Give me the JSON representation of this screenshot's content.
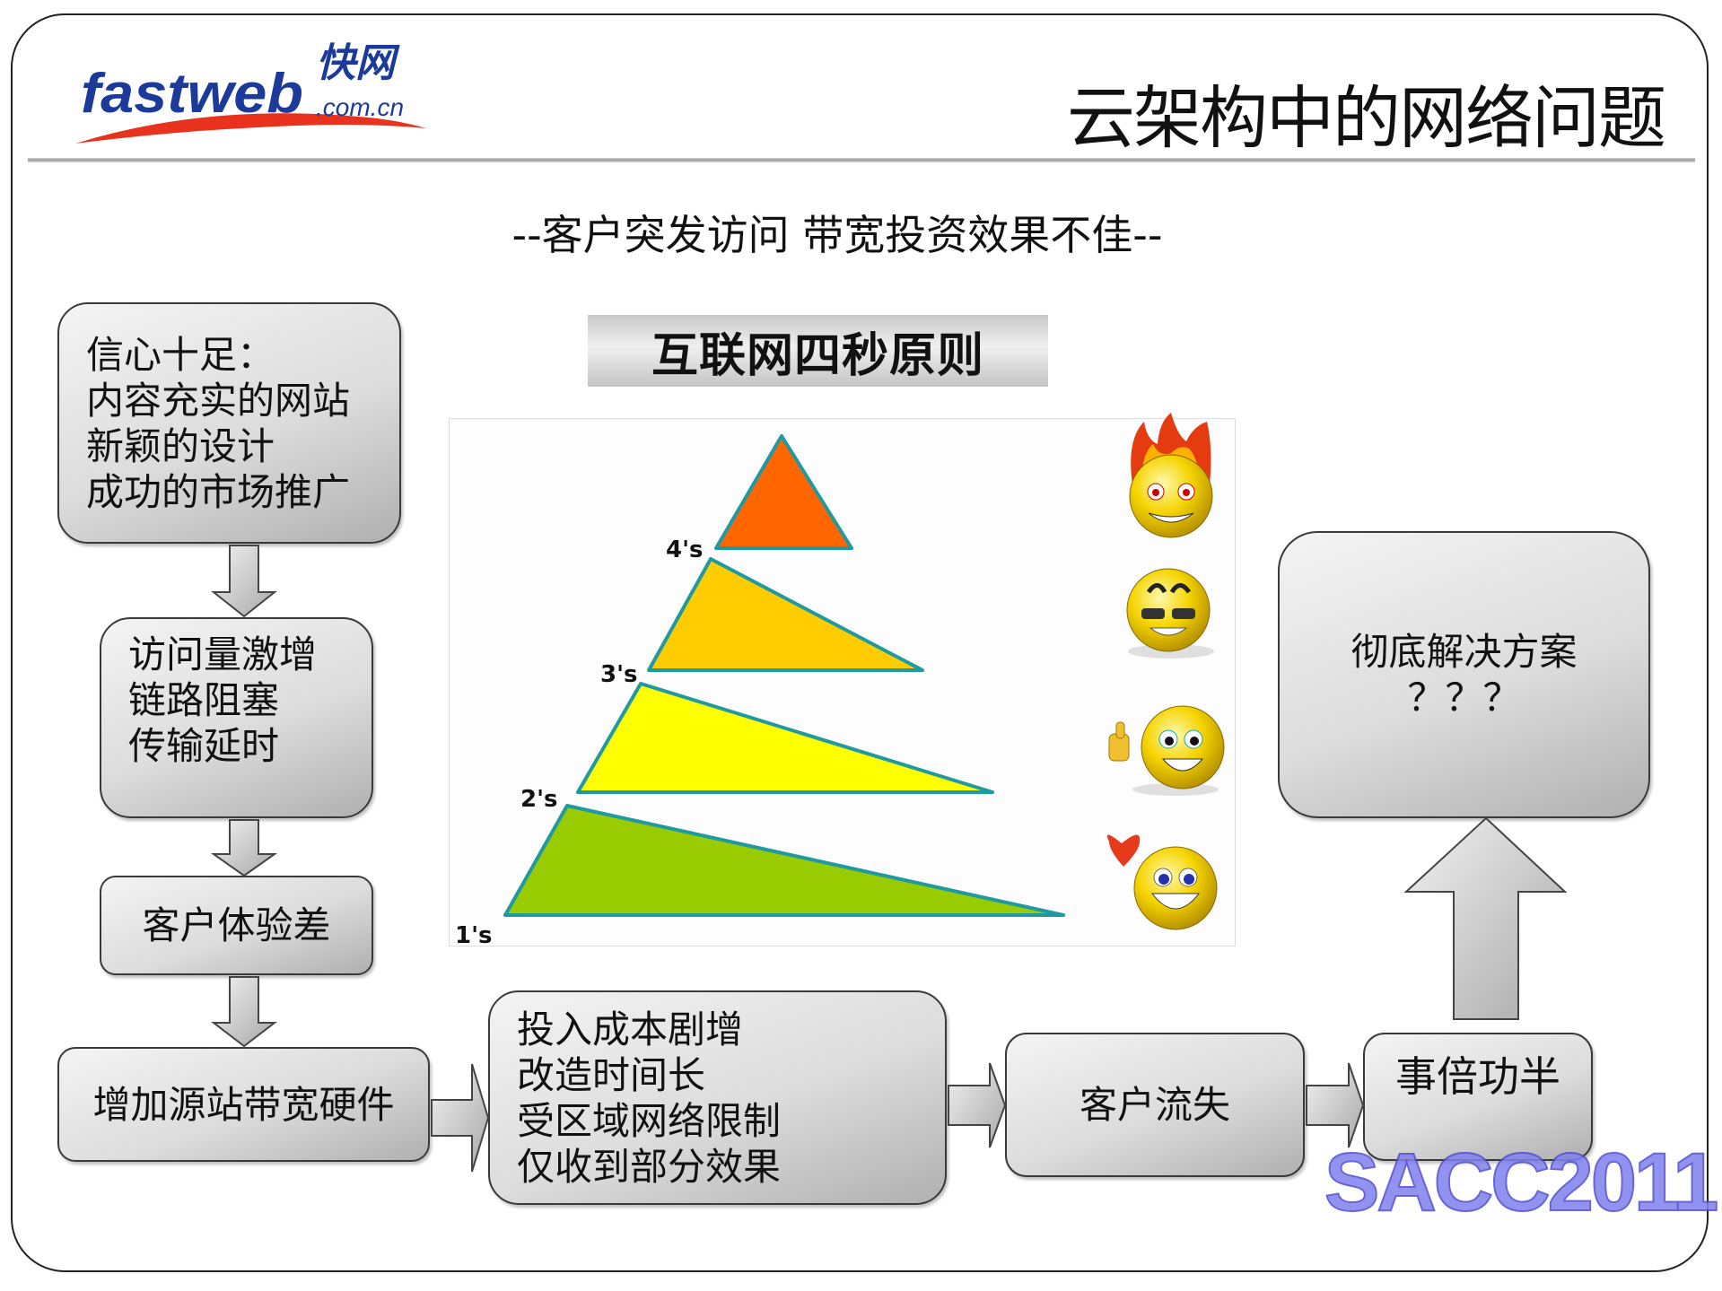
{
  "slide": {
    "title": "云架构中的网络问题",
    "subtitle": "--客户突发访问 带宽投资效果不佳--",
    "watermark": "SACC2011"
  },
  "logo": {
    "brand_latin": "fastweb",
    "brand_chinese": "快网",
    "domain_suffix": ".com.cn",
    "colors": {
      "text": "#1b3a9a",
      "swoosh": "#e8321e"
    }
  },
  "flow": {
    "confidence_box": [
      "信心十足：",
      "内容充实的网站",
      "新颖的设计",
      "成功的市场推广"
    ],
    "traffic_box": [
      "访问量激增",
      "链路阻塞",
      "传输延时"
    ],
    "experience_box": "客户体验差",
    "hardware_box": "增加源站带宽硬件",
    "cost_box": [
      "投入成本剧增",
      "改造时间长",
      "受区域网络限制",
      "仅收到部分效果"
    ],
    "churn_box": "客户流失",
    "half_result_box": "事倍功半",
    "solution_box": [
      "彻底解决方案",
      "？？？"
    ]
  },
  "four_second_rule": {
    "heading": "互联网四秒原则",
    "levels": [
      {
        "label": "4's",
        "color": "#ff6600",
        "emoji": "angry-fire-face-icon"
      },
      {
        "label": "3's",
        "color": "#ffcc00",
        "emoji": "cool-sunglasses-face-icon"
      },
      {
        "label": "2's",
        "color": "#ffff00",
        "emoji": "thumbs-up-face-icon"
      },
      {
        "label": "1's",
        "color": "#99cc00",
        "emoji": "heart-love-face-icon"
      }
    ],
    "edge_color": "#1f9aa0"
  }
}
